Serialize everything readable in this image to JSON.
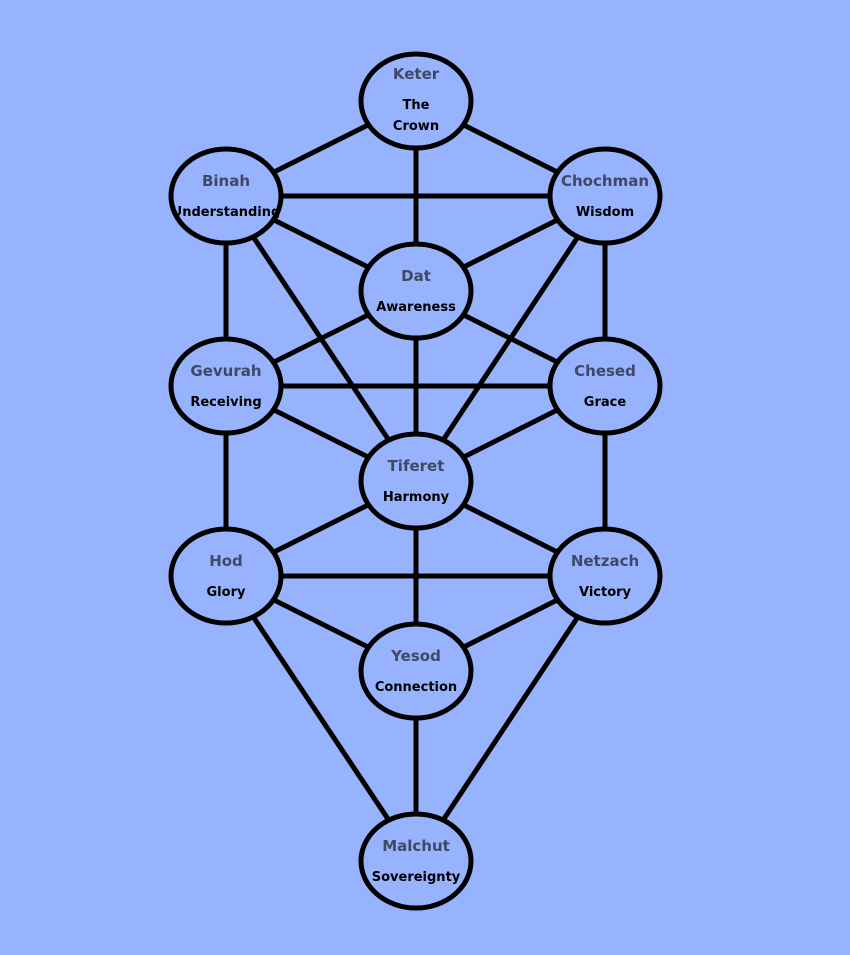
{
  "colors": {
    "background": "#97b3fd",
    "node_fill": "#97b3fd",
    "outline": "#000000",
    "name_text": "#404866",
    "meaning_text": "#000000"
  },
  "nodes": [
    {
      "id": "keter",
      "name": "Keter",
      "meaning": [
        "The",
        "Crown"
      ]
    },
    {
      "id": "binah",
      "name": "Binah",
      "meaning": [
        "Understanding"
      ]
    },
    {
      "id": "chochman",
      "name": "Chochman",
      "meaning": [
        "Wisdom"
      ]
    },
    {
      "id": "dat",
      "name": "Dat",
      "meaning": [
        "Awareness"
      ]
    },
    {
      "id": "gevurah",
      "name": "Gevurah",
      "meaning": [
        "Receiving"
      ]
    },
    {
      "id": "chesed",
      "name": "Chesed",
      "meaning": [
        "Grace"
      ]
    },
    {
      "id": "tiferet",
      "name": "Tiferet",
      "meaning": [
        "Harmony"
      ]
    },
    {
      "id": "hod",
      "name": "Hod",
      "meaning": [
        "Glory"
      ]
    },
    {
      "id": "netzach",
      "name": "Netzach",
      "meaning": [
        "Victory"
      ]
    },
    {
      "id": "yesod",
      "name": "Yesod",
      "meaning": [
        "Connection"
      ]
    },
    {
      "id": "malchut",
      "name": "Malchut",
      "meaning": [
        "Sovereignty"
      ]
    }
  ],
  "edges": [
    [
      "keter",
      "binah"
    ],
    [
      "keter",
      "chochman"
    ],
    [
      "keter",
      "dat"
    ],
    [
      "binah",
      "chochman"
    ],
    [
      "binah",
      "dat"
    ],
    [
      "binah",
      "gevurah"
    ],
    [
      "binah",
      "tiferet"
    ],
    [
      "chochman",
      "dat"
    ],
    [
      "chochman",
      "chesed"
    ],
    [
      "chochman",
      "tiferet"
    ],
    [
      "dat",
      "gevurah"
    ],
    [
      "dat",
      "chesed"
    ],
    [
      "dat",
      "tiferet"
    ],
    [
      "gevurah",
      "chesed"
    ],
    [
      "gevurah",
      "tiferet"
    ],
    [
      "gevurah",
      "hod"
    ],
    [
      "chesed",
      "tiferet"
    ],
    [
      "chesed",
      "netzach"
    ],
    [
      "tiferet",
      "hod"
    ],
    [
      "tiferet",
      "netzach"
    ],
    [
      "tiferet",
      "yesod"
    ],
    [
      "hod",
      "netzach"
    ],
    [
      "hod",
      "yesod"
    ],
    [
      "hod",
      "malchut"
    ],
    [
      "netzach",
      "yesod"
    ],
    [
      "netzach",
      "malchut"
    ],
    [
      "yesod",
      "malchut"
    ]
  ]
}
